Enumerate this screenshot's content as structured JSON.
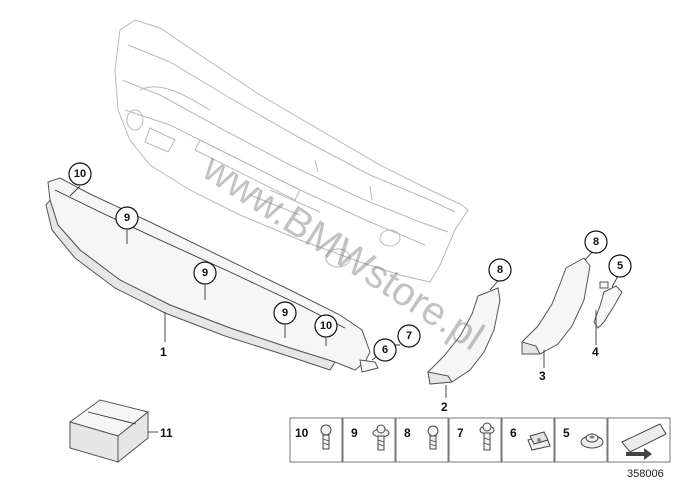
{
  "watermark": "www.BMWstore.pl",
  "diagram_id": "358006",
  "callouts": {
    "c10a": "10",
    "c9a": "9",
    "c9b": "9",
    "c9c": "9",
    "c10b": "10",
    "c6": "6",
    "c7": "7",
    "c8a": "8",
    "c8b": "8",
    "c5": "5"
  },
  "part_labels": {
    "p1": "1",
    "p2": "2",
    "p3": "3",
    "p4": "4",
    "p11": "11"
  },
  "legend": {
    "items": [
      {
        "num": "10",
        "icon": "screw-icon"
      },
      {
        "num": "9",
        "icon": "collar-screw-icon"
      },
      {
        "num": "8",
        "icon": "screw-icon"
      },
      {
        "num": "7",
        "icon": "collar-screw-icon"
      },
      {
        "num": "6",
        "icon": "clip-nut-icon"
      },
      {
        "num": "5",
        "icon": "grommet-icon"
      },
      {
        "num": "",
        "icon": "arrow-plate-icon"
      }
    ]
  }
}
